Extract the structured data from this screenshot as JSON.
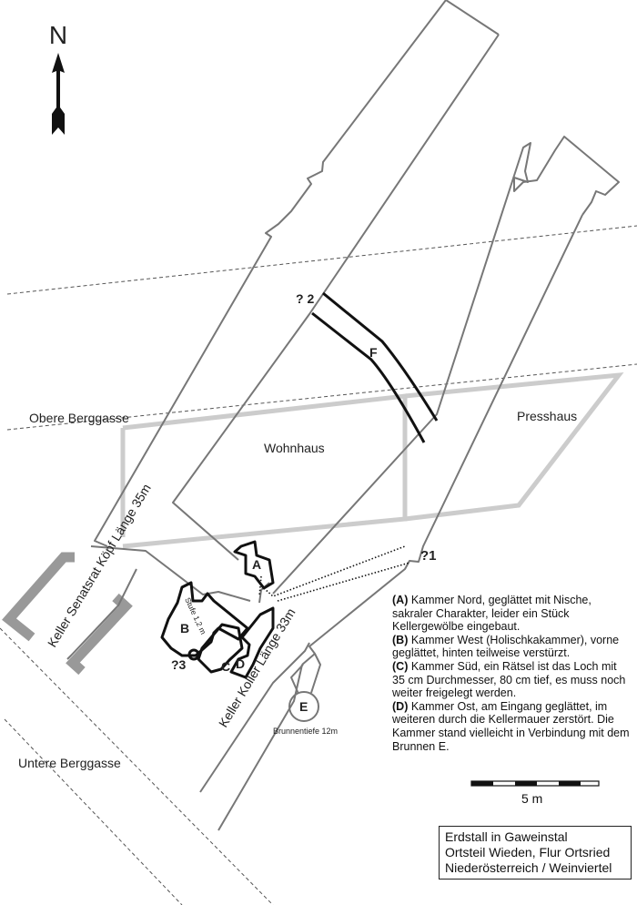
{
  "compass": {
    "label": "N"
  },
  "roads": {
    "upper": "Obere Berggasse",
    "lower": "Untere Berggasse"
  },
  "buildings": {
    "house": "Wohnhaus",
    "press_house": "Presshaus"
  },
  "cellars": {
    "left": "Keller Senatsrat Köpf Länge 35m",
    "middle": "Keller Koller Länge 33m"
  },
  "markers": {
    "q1": "?1",
    "q2": "? 2",
    "q3": "?3",
    "F": "F",
    "A": "A",
    "B": "B",
    "C": "C",
    "D": "D",
    "E": "E",
    "step": "Stufe 1,2 m",
    "well_depth": "Brunnentiefe 12m"
  },
  "legend": [
    {
      "key": "(A)",
      "text": " Kammer Nord, geglättet mit Nische, sakraler Charakter, leider ein Stück Kellergewölbe eingebaut."
    },
    {
      "key": "(B)",
      "text": " Kammer West (Holischkakammer), vorne geglättet, hinten teilweise verstürzt."
    },
    {
      "key": "(C)",
      "text": " Kammer Süd, ein Rätsel ist das Loch mit 35 cm Durchmesser, 80 cm tief, es muss noch weiter freigelegt werden."
    },
    {
      "key": "(D)",
      "text": " Kammer Ost, am Eingang geglättet, im weiteren durch die Kellermauer zerstört. Die Kammer stand vielleicht in Verbindung mit dem Brunnen E."
    }
  ],
  "scale": {
    "label": "5 m"
  },
  "title": {
    "lines": [
      "Erdstall in Gaweinstal",
      "Ortsteil Wieden, Flur Ortsried",
      "Niederösterreich / Weinviertel"
    ]
  },
  "colors": {
    "outline": "#777777",
    "building": "#cccccc",
    "wall": "#999999",
    "chamber": "#111111"
  }
}
